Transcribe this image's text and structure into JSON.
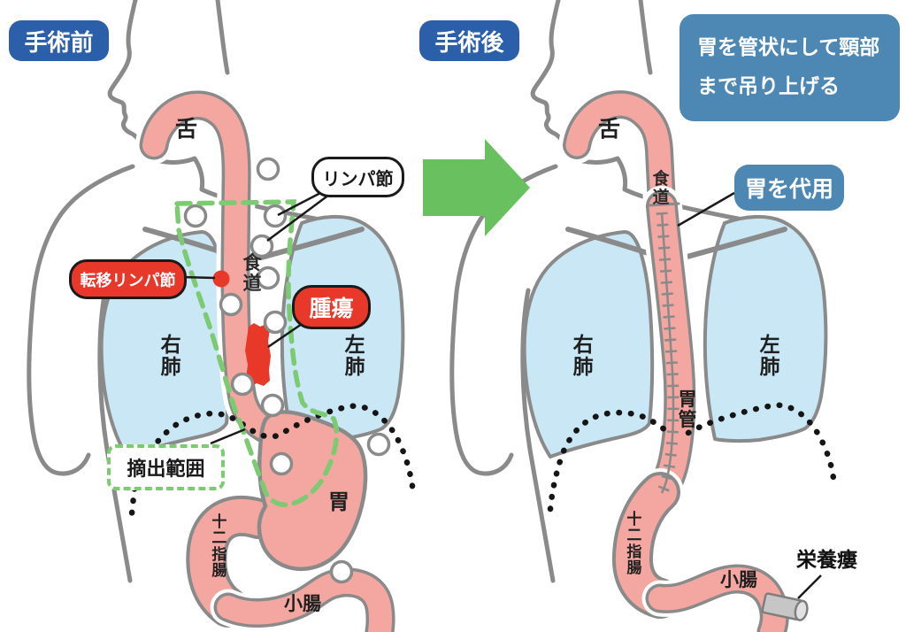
{
  "figure": {
    "before": {
      "badge": "手術前",
      "anatomy": {
        "tongue": "舌",
        "esophagus": "食道",
        "right_lung": "右肺",
        "left_lung": "左肺",
        "stomach": "胃",
        "duodenum": "十二指腸",
        "small_intestine": "小腸"
      },
      "callouts": {
        "lymph_node": "リンパ節",
        "metastatic_lymph_node": "転移リンパ節",
        "tumor": "腫瘍",
        "excision_range": "摘出範囲"
      }
    },
    "after": {
      "badge": "手術後",
      "note": {
        "line1": "胃を管状にして頸部",
        "line2": "まで吊り上げる"
      },
      "anatomy": {
        "tongue": "舌",
        "esophagus": "食道",
        "right_lung": "右肺",
        "left_lung": "左肺",
        "gastric_tube": "胃管",
        "duodenum": "十二指腸",
        "small_intestine": "小腸",
        "feeding_fistula": "栄養瘻"
      },
      "callouts": {
        "stomach_substitute": "胃を代用"
      }
    },
    "colors": {
      "badge_blue": "#2c5fa9",
      "note_blue": "#4d87b4",
      "highlight_red": "#e8382a",
      "excision_green": "#7ccb72",
      "arrow_green": "#68c15e",
      "organ_pink": "#f4a7a1",
      "lung_blue": "#c9e7f5",
      "outline_gray": "#8a8a8a"
    }
  }
}
